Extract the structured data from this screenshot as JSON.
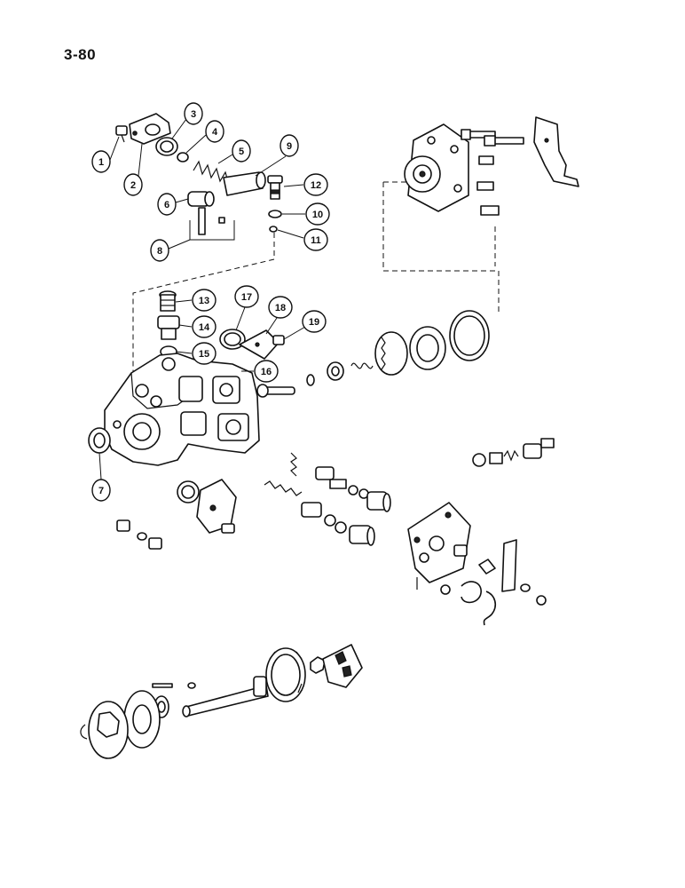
{
  "page_number": "3-80",
  "callouts": [
    "1",
    "2",
    "3",
    "4",
    "5",
    "6",
    "7",
    "8",
    "9",
    "10",
    "11",
    "12",
    "13",
    "14",
    "15",
    "16",
    "17",
    "18",
    "19"
  ]
}
